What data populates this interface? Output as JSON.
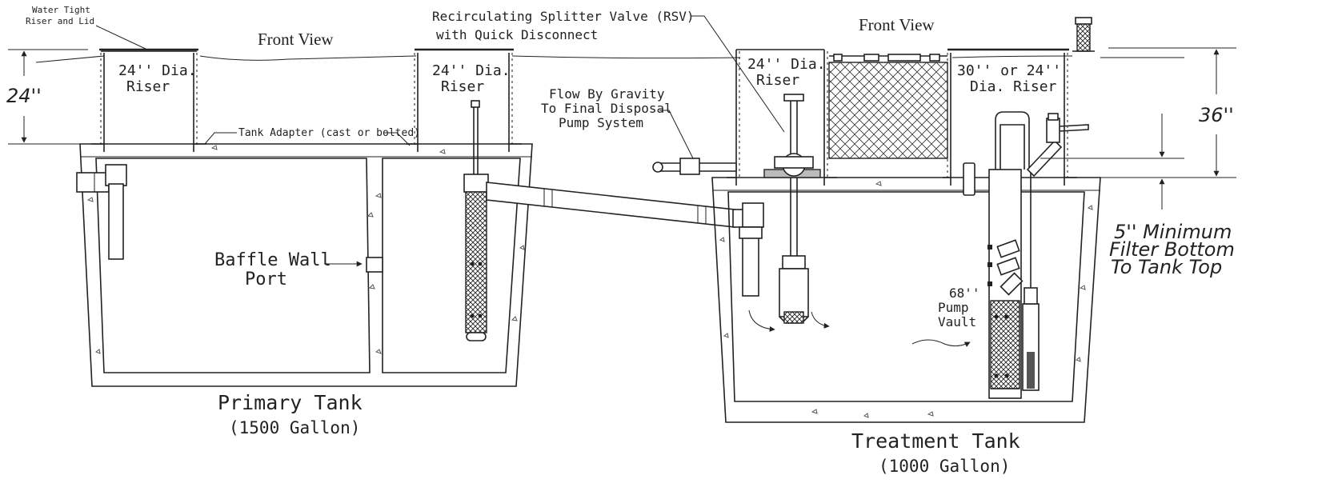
{
  "labels": {
    "front_view_left": "Front View",
    "front_view_right": "Front View",
    "riser_lid_line1": "Water Tight",
    "riser_lid_line2": "Riser and Lid",
    "riser_a_line1": "24'' Dia.",
    "riser_a_line2": "Riser",
    "riser_b_line1": "24'' Dia.",
    "riser_b_line2": "Riser",
    "riser_c_line1": "24'' Dia.",
    "riser_c_line2": "Riser",
    "riser_d_line1": "30'' or 24''",
    "riser_d_line2": "Dia. Riser",
    "tank_adapter": "Tank Adapter (cast or bolted)",
    "rsv_line1": "Recirculating Splitter Valve (RSV)",
    "rsv_line2": "with Quick Disconnect",
    "flow_line1": "Flow By Gravity",
    "flow_line2": "To Final Disposal",
    "flow_line3": "Pump System",
    "baffle_line1": "Baffle Wall",
    "baffle_line2": "Port",
    "vault_line1": "68''",
    "vault_line2": "Pump",
    "vault_line3": "Vault",
    "primary_tank": "Primary Tank",
    "primary_capacity": "(1500 Gallon)",
    "treatment_tank": "Treatment Tank",
    "treatment_capacity": "(1000 Gallon)",
    "dim_24": "24''",
    "dim_36": "36''",
    "min_line1": "5'' Minimum",
    "min_line2": "Filter Bottom",
    "min_line3": "To Tank Top"
  }
}
